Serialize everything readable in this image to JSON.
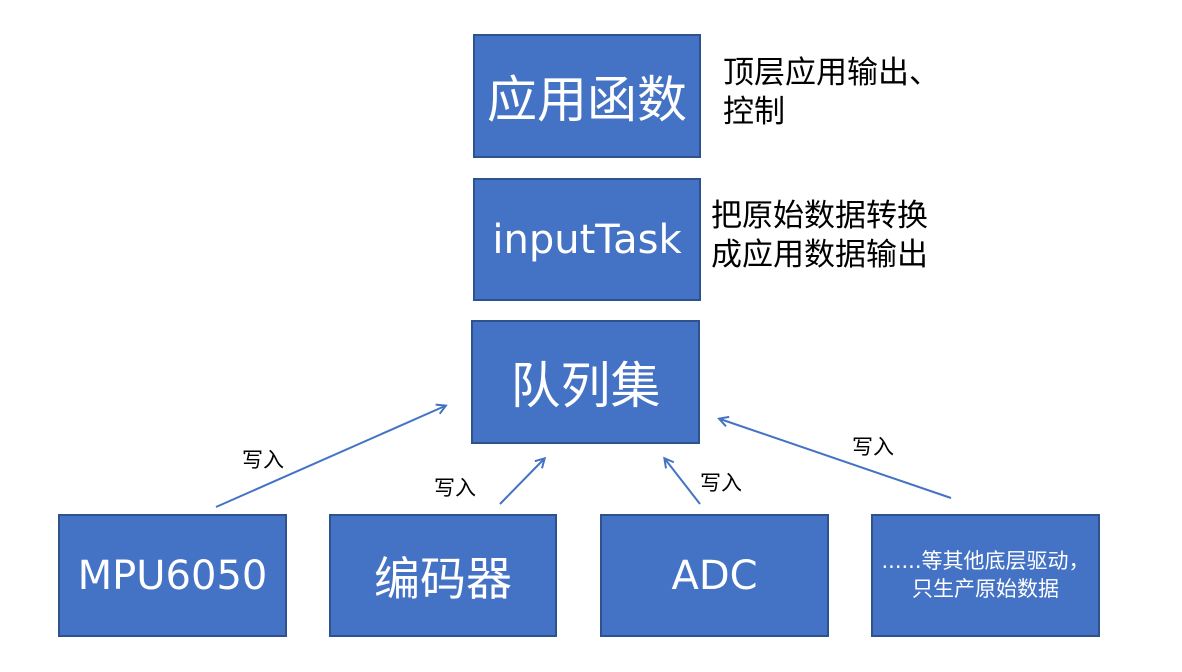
{
  "boxes": {
    "app_function": "应用函数",
    "input_task": "inputTask",
    "queue_set": "队列集",
    "mpu6050": "MPU6050",
    "encoder": "编码器",
    "adc": "ADC",
    "other_drivers": "......等其他底层驱动，\n只生产原始数据"
  },
  "notes": {
    "app_note": "顶层应用输出、\n控制",
    "task_note": "把原始数据转换\n成应用数据输出"
  },
  "edges": {
    "mpu_write": "写入",
    "encoder_write": "写入",
    "adc_write": "写入",
    "other_write": "写入"
  },
  "colors": {
    "box_fill": "#4472c4",
    "box_border": "#2f528f",
    "arrow": "#4472c4"
  }
}
